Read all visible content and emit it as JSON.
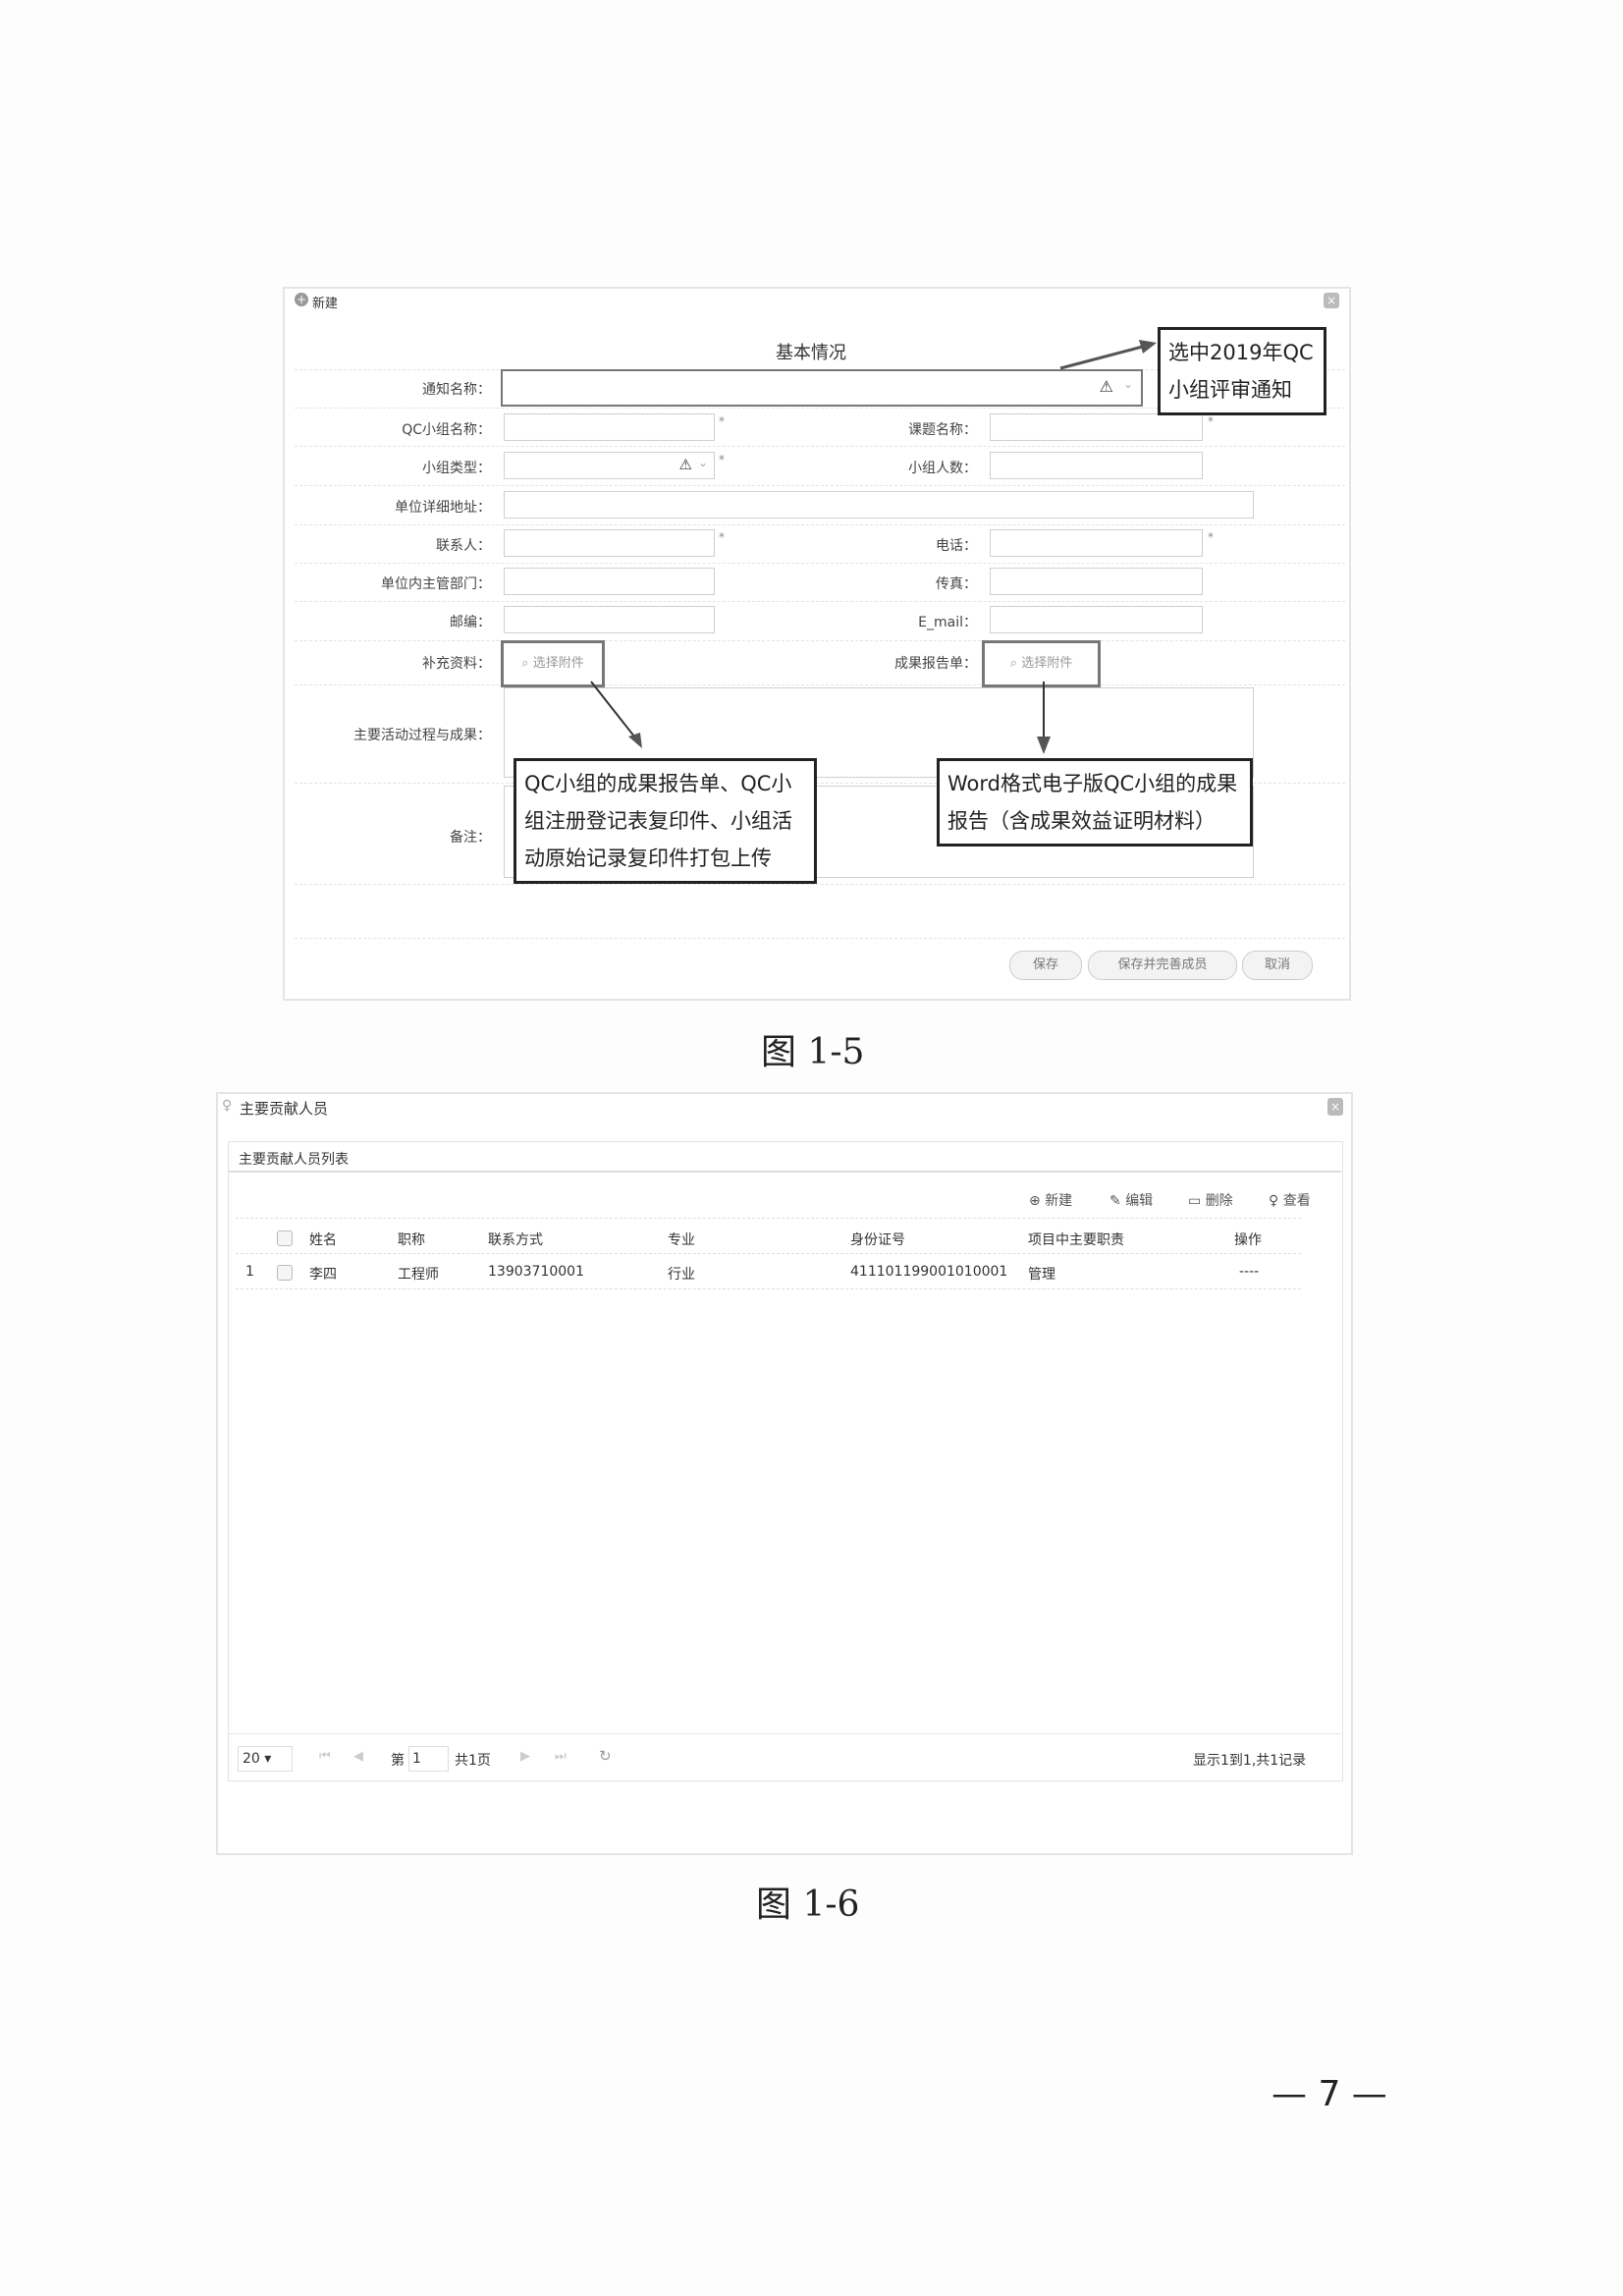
{
  "figure1": {
    "dialog_title": "新建",
    "section_title": "基本情况",
    "fields": {
      "notice_name": "通知名称：",
      "qc_group_name": "QC小组名称：",
      "topic_name": "课题名称：",
      "group_type": "小组类型：",
      "group_size": "小组人数：",
      "address": "单位详细地址：",
      "contact": "联系人：",
      "phone": "电话：",
      "department": "单位内主管部门：",
      "fax": "传真：",
      "postcode": "邮编：",
      "email": "E_mail：",
      "supplement": "补充资料：",
      "report": "成果报告单：",
      "main_activity": "主要活动过程与成果：",
      "remarks": "备注："
    },
    "required_mark": "*",
    "attach_label": "选择附件",
    "buttons": {
      "save": "保存",
      "save_add": "保存并完善成员",
      "cancel": "取消"
    },
    "annotations": {
      "notice": "选中2019年QC小组评审通知",
      "supplement": "QC小组的成果报告单、QC小组注册登记表复印件、小组活动原始记录复印件打包上传",
      "report": "Word格式电子版QC小组的成果报告（含成果效益证明材料）"
    },
    "caption": "图 1-5"
  },
  "figure2": {
    "dialog_title": "主要贡献人员",
    "list_title": "主要贡献人员列表",
    "toolbar": {
      "add": "新建",
      "edit": "编辑",
      "delete": "删除",
      "view": "查看"
    },
    "columns": [
      "姓名",
      "职称",
      "联系方式",
      "专业",
      "身份证号",
      "项目中主要职责",
      "操作"
    ],
    "rows": [
      {
        "index": "1",
        "name": "李四",
        "title": "工程师",
        "contact": "13903710001",
        "major": "行业",
        "id": "411101199001010001",
        "duty": "管理",
        "action": "----"
      }
    ],
    "pager": {
      "page_size": "20 ▾",
      "page_prefix": "第",
      "page": "1",
      "total_pages": "共1页",
      "summary": "显示1到1,共1记录"
    },
    "caption": "图 1-6"
  },
  "page_number": "— 7 —"
}
